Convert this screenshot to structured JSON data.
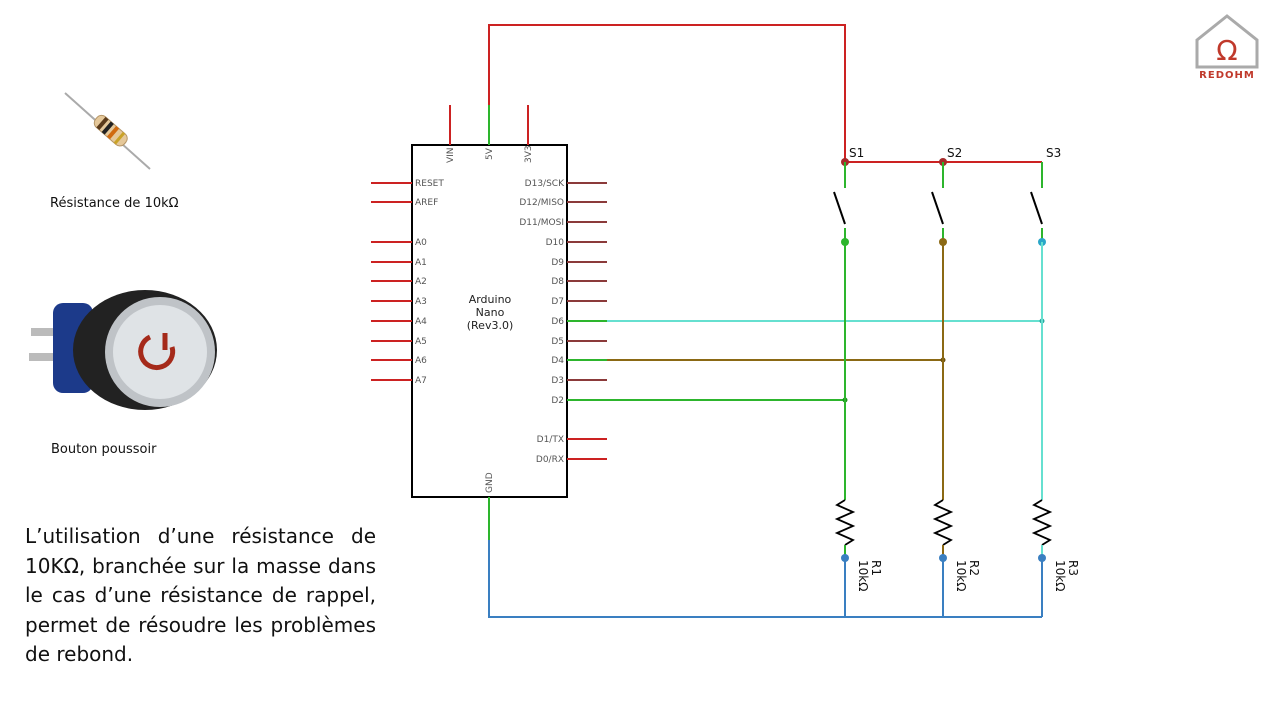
{
  "resistor_caption": "Résistance de 10kΩ",
  "button_caption": "Bouton poussoir",
  "description": "L’utilisation d’une résistance de 10KΩ, branchée sur la masse dans le cas d’une résistance de rappel, permet de résoudre les problèmes de rebond.",
  "logo": {
    "text": "REDOHM",
    "symbol": "Ω"
  },
  "board": {
    "name_line1": "Arduino",
    "name_line2": "Nano",
    "name_line3": "(Rev3.0)",
    "top_pins": [
      "VIN",
      "5V",
      "3V3"
    ],
    "bottom_pin": "GND",
    "left_pins": [
      "RESET",
      "AREF",
      "A0",
      "A1",
      "A2",
      "A3",
      "A4",
      "A5",
      "A6",
      "A7"
    ],
    "right_pins": [
      "D13/SCK",
      "D12/MISO",
      "D11/MOSI",
      "D10",
      "D9",
      "D8",
      "D7",
      "D6",
      "D5",
      "D4",
      "D3",
      "D2",
      "D1/TX",
      "D0/RX"
    ]
  },
  "switches": [
    "S1",
    "S2",
    "S3"
  ],
  "resistors": [
    {
      "name": "R1",
      "value": "10kΩ"
    },
    {
      "name": "R2",
      "value": "10kΩ"
    },
    {
      "name": "R3",
      "value": "10kΩ"
    }
  ],
  "colors": {
    "power": "#cc2222",
    "ground": "#3a7fc1",
    "wire_d2": "#2db52d",
    "wire_d4": "#8b6914",
    "wire_d6": "#66e0d0",
    "pin_left": "#cc2222",
    "pin_right": "#8b3a3a"
  },
  "icons": [
    "resistor-photo",
    "push-button-photo",
    "redohm-logo"
  ]
}
